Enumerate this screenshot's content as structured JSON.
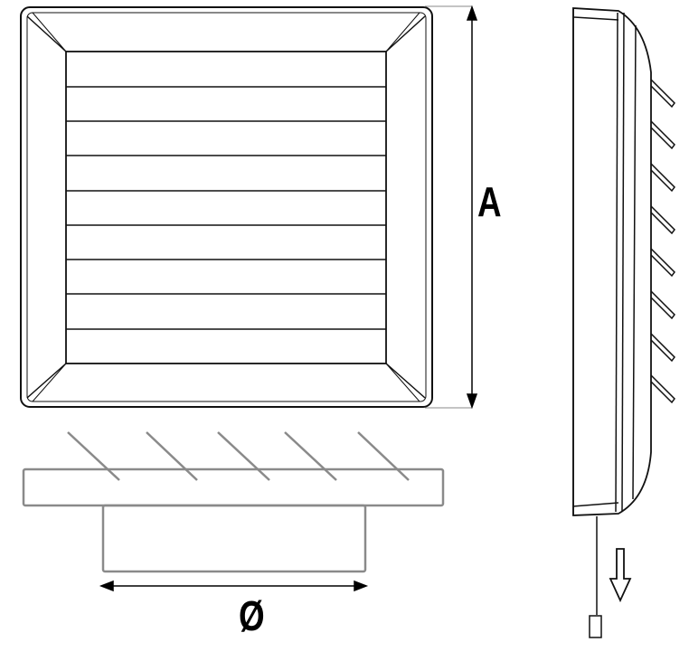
{
  "diagram": {
    "subject": "louvered ventilation grille with gravity shutters",
    "views": [
      {
        "name": "front-view",
        "louver_count": 9
      },
      {
        "name": "bottom-view",
        "slat_count": 5
      },
      {
        "name": "side-view",
        "slat_count": 8
      }
    ],
    "labels": {
      "height_dimension": "A",
      "diameter_dimension": "Ø"
    },
    "colors": {
      "line": "#000000",
      "gray_line": "#8a8a8a",
      "background": "#ffffff"
    }
  }
}
